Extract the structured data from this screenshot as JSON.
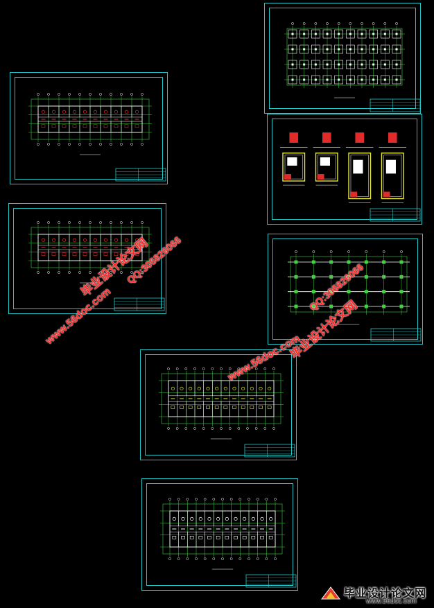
{
  "watermark": {
    "url": "www.56doc.com",
    "site_name": "毕业设计论文网",
    "qq": "QQ:306826066"
  },
  "footer": {
    "site_name": "毕业设计论文网",
    "url": "www.56doc.com"
  },
  "colors": {
    "background": "#000000",
    "frame": "#27c6c6",
    "grid": "#41d241",
    "wall": "#ffffff",
    "detail": "#e02b2b",
    "highlight": "#e8e83a",
    "watermark": "#ff2a2a"
  },
  "sheets": [
    {
      "id": "plan-1",
      "type": "floor-plan-red"
    },
    {
      "id": "foundation-plan",
      "type": "foundation-grid"
    },
    {
      "id": "column-details",
      "type": "section-details"
    },
    {
      "id": "plan-2",
      "type": "floor-plan-red"
    },
    {
      "id": "beam-layout",
      "type": "structural-grid"
    },
    {
      "id": "plan-3",
      "type": "floor-plan-yellow"
    },
    {
      "id": "plan-4",
      "type": "floor-plan-white"
    }
  ]
}
